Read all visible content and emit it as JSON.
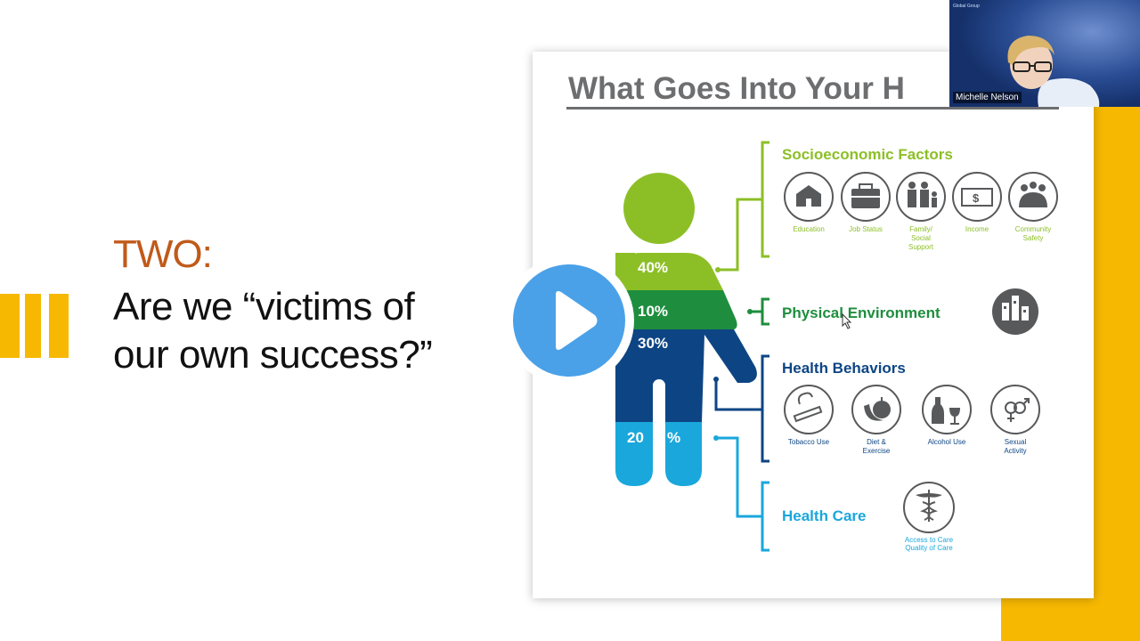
{
  "slide": {
    "heading_number": "TWO:",
    "heading_line1": "Are we “victims of",
    "heading_line2": "our own success?”"
  },
  "infographic": {
    "title": "What Goes Into Your H",
    "percentages": {
      "p40": "40%",
      "p10": "10%",
      "p30": "30%",
      "p20a": "20",
      "p20b": "%"
    },
    "categories": {
      "socioeconomic": "Socioeconomic Factors",
      "physical": "Physical Environment",
      "behaviors": "Health Behaviors",
      "care": "Health Care"
    },
    "socio_items": {
      "education": "Education",
      "job_status": "Job Status",
      "family_l1": "Family/",
      "family_l2": "Social",
      "family_l3": "Support",
      "income": "Income",
      "community_l1": "Community",
      "community_l2": "Safety"
    },
    "behavior_items": {
      "tobacco": "Tobacco Use",
      "diet_l1": "Diet &",
      "diet_l2": "Exercise",
      "alcohol": "Alcohol Use",
      "sexual_l1": "Sexual",
      "sexual_l2": "Activity"
    },
    "care_items": {
      "access": "Access to Care",
      "quality": "Quality of Care"
    },
    "colors": {
      "green_light": "#8cbf26",
      "green_dark": "#1e8e3e",
      "navy": "#0d4584",
      "sky": "#1aa7dc",
      "icon_gray": "#58595b"
    }
  },
  "video": {
    "participant_name": "Michelle Nelson",
    "org_logo_text": "Global Group"
  },
  "icons": {
    "play": "play-icon",
    "cursor": "cursor-icon"
  }
}
